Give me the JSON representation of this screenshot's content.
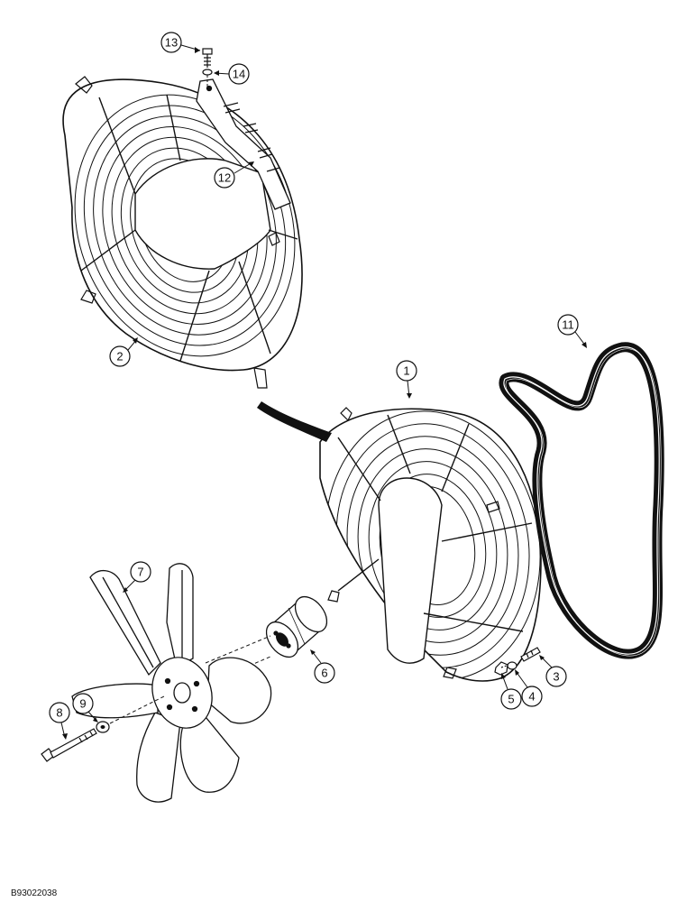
{
  "figure_id": "B93022038",
  "callouts": {
    "c1": "1",
    "c2": "2",
    "c3": "3",
    "c4": "4",
    "c5": "5",
    "c6": "6",
    "c7": "7",
    "c8": "8",
    "c9": "9",
    "c11": "11",
    "c12": "12",
    "c13": "13",
    "c14": "14"
  }
}
